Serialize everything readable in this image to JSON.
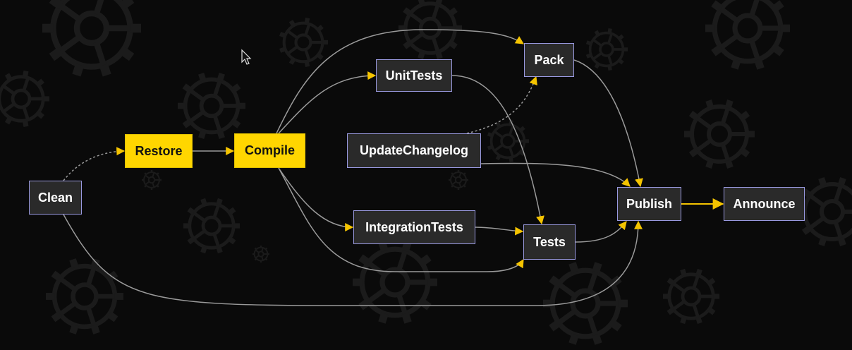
{
  "diagram": {
    "nodes": [
      {
        "id": "clean",
        "label": "Clean",
        "highlighted": false
      },
      {
        "id": "restore",
        "label": "Restore",
        "highlighted": true
      },
      {
        "id": "compile",
        "label": "Compile",
        "highlighted": true
      },
      {
        "id": "unittests",
        "label": "UnitTests",
        "highlighted": false
      },
      {
        "id": "updatechangelog",
        "label": "UpdateChangelog",
        "highlighted": false
      },
      {
        "id": "integrationtests",
        "label": "IntegrationTests",
        "highlighted": false
      },
      {
        "id": "pack",
        "label": "Pack",
        "highlighted": false
      },
      {
        "id": "tests",
        "label": "Tests",
        "highlighted": false
      },
      {
        "id": "publish",
        "label": "Publish",
        "highlighted": false
      },
      {
        "id": "announce",
        "label": "Announce",
        "highlighted": false
      }
    ],
    "edges": [
      {
        "from": "clean",
        "to": "restore",
        "style": "dashed"
      },
      {
        "from": "clean",
        "to": "publish",
        "style": "solid"
      },
      {
        "from": "restore",
        "to": "compile",
        "style": "solid"
      },
      {
        "from": "compile",
        "to": "pack",
        "style": "solid"
      },
      {
        "from": "compile",
        "to": "unittests",
        "style": "solid"
      },
      {
        "from": "compile",
        "to": "integrationtests",
        "style": "solid"
      },
      {
        "from": "compile",
        "to": "tests",
        "style": "solid"
      },
      {
        "from": "unittests",
        "to": "tests",
        "style": "solid"
      },
      {
        "from": "integrationtests",
        "to": "tests",
        "style": "solid"
      },
      {
        "from": "updatechangelog",
        "to": "pack",
        "style": "dashed"
      },
      {
        "from": "updatechangelog",
        "to": "publish",
        "style": "solid"
      },
      {
        "from": "pack",
        "to": "publish",
        "style": "solid"
      },
      {
        "from": "tests",
        "to": "publish",
        "style": "solid"
      },
      {
        "from": "publish",
        "to": "announce",
        "style": "solid",
        "highlighted": true
      }
    ]
  },
  "colors": {
    "background": "#0a0a0a",
    "node_fill": "#2a2a2a",
    "node_border": "#9a9ae0",
    "node_text": "#ffffff",
    "highlight_fill": "#ffd600",
    "highlight_text": "#111111",
    "edge": "#9a9a9a",
    "arrowhead": "#f5c400",
    "highlight_edge": "#f5c400"
  }
}
